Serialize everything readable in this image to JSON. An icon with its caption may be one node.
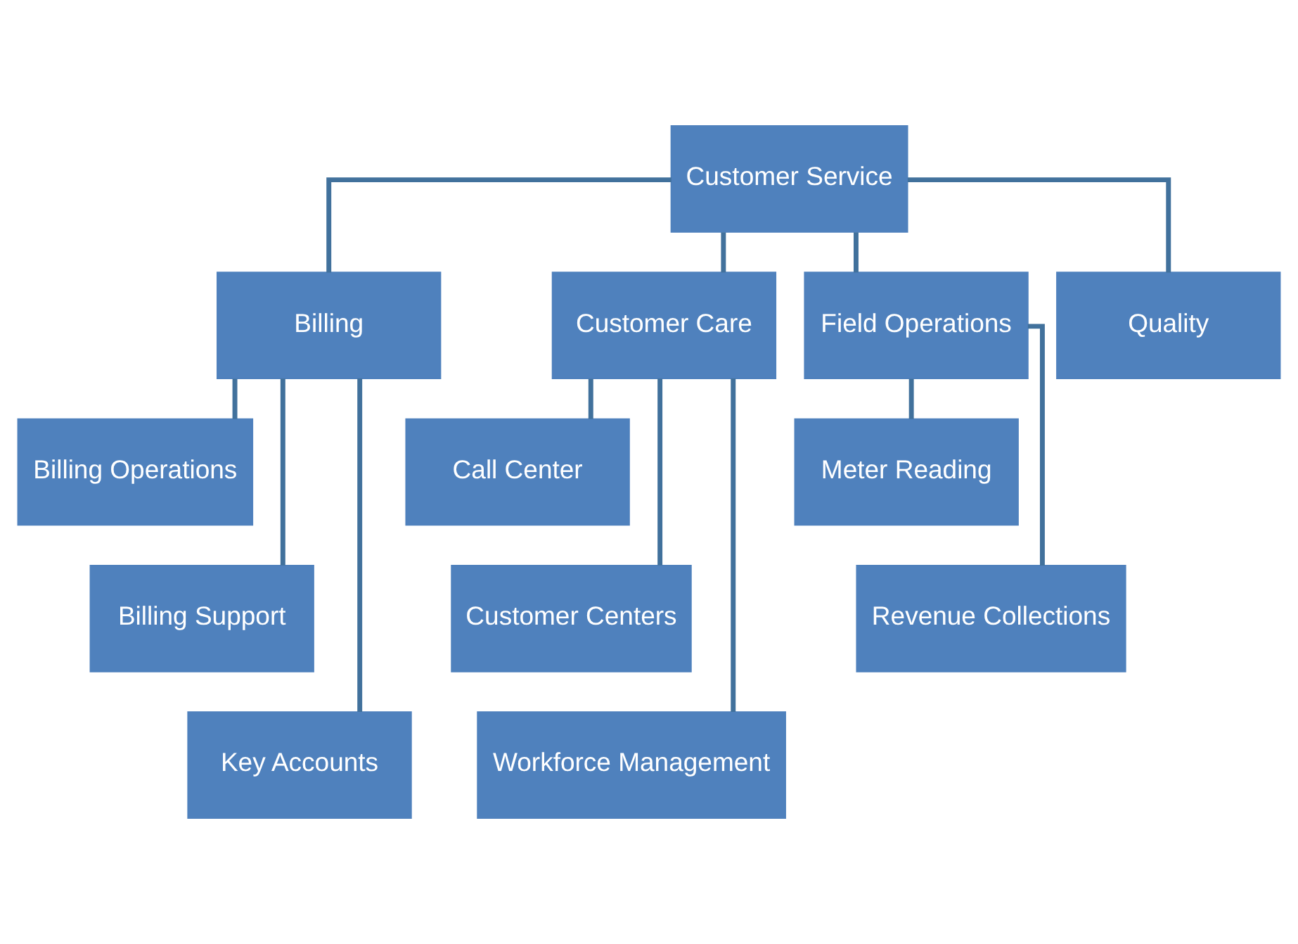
{
  "diagram": {
    "nodes": [
      {
        "text": [
          "Customer Service"
        ]
      },
      {
        "text": [
          "Billing"
        ]
      },
      {
        "text": [
          "Customer Care"
        ]
      },
      {
        "text": [
          "Field Operations"
        ]
      },
      {
        "text": [
          "Quality"
        ]
      },
      {
        "text": [
          "Billing Operations"
        ]
      },
      {
        "text": [
          "Billing Support"
        ]
      },
      {
        "text": [
          "Key Accounts"
        ]
      },
      {
        "text": [
          "Call Center"
        ]
      },
      {
        "text": [
          "Customer Centers"
        ]
      },
      {
        "text": [
          "Workforce Management"
        ]
      },
      {
        "text": [
          "Meter Reading"
        ]
      },
      {
        "text": [
          "Revenue Collections"
        ]
      }
    ],
    "edges": [
      {
        "from": 0,
        "to": 1,
        "arrow": "none"
      },
      {
        "from": 0,
        "to": 2,
        "arrow": "none"
      },
      {
        "from": 0,
        "to": 3,
        "arrow": "none"
      },
      {
        "from": 0,
        "to": 4,
        "arrow": "none"
      },
      {
        "from": 1,
        "to": 5,
        "arrow": "none"
      },
      {
        "from": 1,
        "to": 6,
        "arrow": "none"
      },
      {
        "from": 1,
        "to": 7,
        "arrow": "none"
      },
      {
        "from": 2,
        "to": 8,
        "arrow": "none"
      },
      {
        "from": 2,
        "to": 9,
        "arrow": "none"
      },
      {
        "from": 2,
        "to": 10,
        "arrow": "none"
      },
      {
        "from": 3,
        "to": 11,
        "arrow": "none"
      },
      {
        "from": 3,
        "to": 12,
        "arrow": "none"
      }
    ]
  }
}
